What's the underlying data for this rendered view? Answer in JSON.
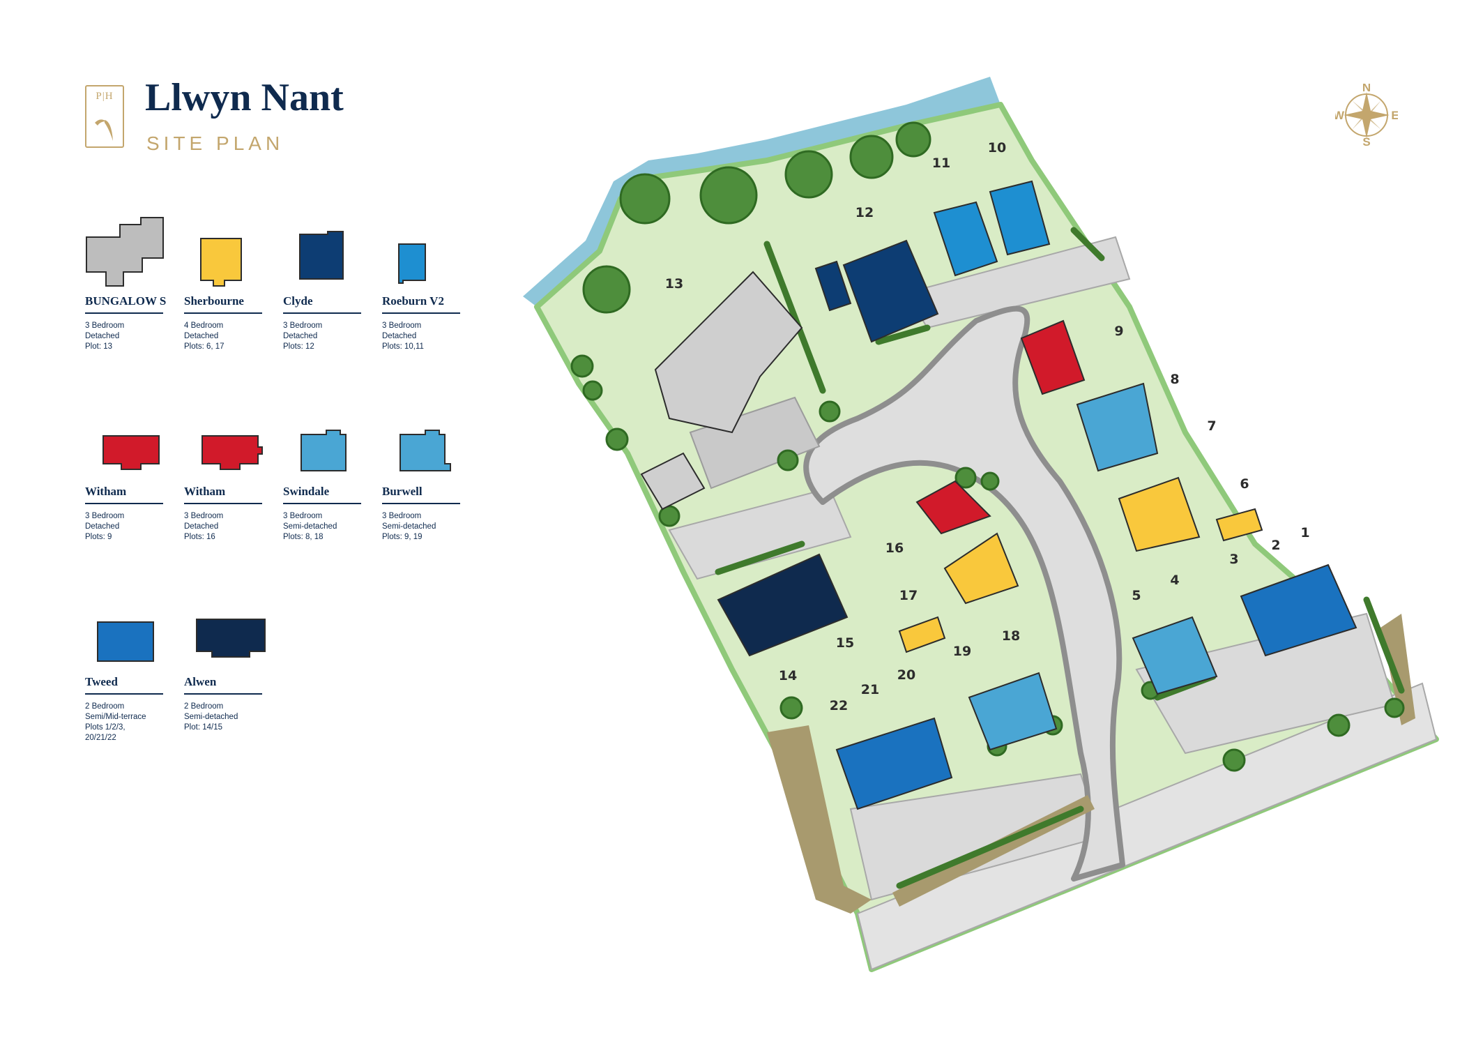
{
  "header": {
    "logo_text": "P|H",
    "title": "Llwyn Nant",
    "subtitle": "SITE PLAN"
  },
  "legend": [
    {
      "name": "BUNGALOW S",
      "bedrooms": "3 Bedroom",
      "type": "Detached",
      "plots": "Plot: 13",
      "color": "#bdbdbd"
    },
    {
      "name": "Sherbourne",
      "bedrooms": "4 Bedroom",
      "type": "Detached",
      "plots": "Plots: 6, 17",
      "color": "#f9c83c"
    },
    {
      "name": "Clyde",
      "bedrooms": "3 Bedroom",
      "type": "Detached",
      "plots": "Plots: 12",
      "color": "#0d3d73"
    },
    {
      "name": "Roeburn V2",
      "bedrooms": "3 Bedroom",
      "type": "Detached",
      "plots": "Plots: 10,11",
      "color": "#1e8fd1"
    },
    {
      "name": "Witham",
      "bedrooms": "3 Bedroom",
      "type": "Detached",
      "plots": "Plots: 9",
      "color": "#d11a2a"
    },
    {
      "name": "Witham",
      "bedrooms": "3 Bedroom",
      "type": "Detached",
      "plots": "Plots: 16",
      "color": "#d11a2a"
    },
    {
      "name": "Swindale",
      "bedrooms": "3 Bedroom",
      "type": "Semi-detached",
      "plots": "Plots: 8, 18",
      "color": "#4aa6d4"
    },
    {
      "name": "Burwell",
      "bedrooms": "3 Bedroom",
      "type": "Semi-detached",
      "plots": "Plots: 9, 19",
      "color": "#4aa6d4"
    },
    {
      "name": "Tweed",
      "bedrooms": "2 Bedroom",
      "type": "Semi/Mid-terrace",
      "plots": "Plots 1/2/3,",
      "plots2": "20/21/22",
      "color": "#1a72bf"
    },
    {
      "name": "Alwen",
      "bedrooms": "2 Bedroom",
      "type": "Semi-detached",
      "plots": "Plot: 14/15",
      "color": "#0f2a4e"
    }
  ],
  "plots": [
    "1",
    "2",
    "3",
    "4",
    "5",
    "6",
    "7",
    "8",
    "9",
    "10",
    "11",
    "12",
    "13",
    "14",
    "15",
    "16",
    "17",
    "18",
    "19",
    "20",
    "21",
    "22"
  ],
  "compass": {
    "n": "N",
    "e": "E",
    "s": "S",
    "w": "W"
  },
  "colors": {
    "grass": "#d9ecc6",
    "site_border": "#8fc97a",
    "road": "#dcdcdc",
    "road_edge": "#8e8e8e",
    "water": "#8ec6da",
    "tree": "#4e8e3c",
    "hedge": "#3f7a2c",
    "gold": "#c3a66d",
    "navy": "#0f2a4e"
  }
}
